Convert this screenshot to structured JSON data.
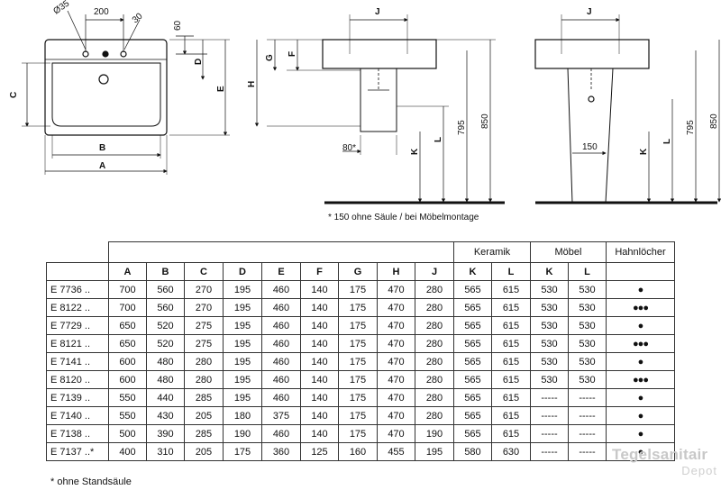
{
  "drawing": {
    "top_view_labels": {
      "dia": "Ø35",
      "spacing": "200",
      "angle": "30",
      "sixty": "60",
      "A": "A",
      "B": "B",
      "C": "C",
      "D": "D",
      "E": "E"
    },
    "side_view_labels": {
      "J": "J",
      "G": "G",
      "F": "F",
      "H": "H",
      "K": "K",
      "L": "L",
      "eighty": "80*",
      "d795": "795",
      "d850": "850"
    },
    "front_view_labels": {
      "J": "J",
      "K": "K",
      "L": "L",
      "d150": "150",
      "d795": "795",
      "d850": "850"
    },
    "footnote": "* 150 ohne Säule / bei Möbelmontage"
  },
  "table": {
    "groups": {
      "keramik": "Keramik",
      "moebel": "Möbel",
      "hahnloecher": "Hahnlöcher"
    },
    "columns": [
      "A",
      "B",
      "C",
      "D",
      "E",
      "F",
      "G",
      "H",
      "J",
      "K",
      "L",
      "K",
      "L"
    ],
    "rows": [
      {
        "model": "E 7736 ..",
        "values": [
          "700",
          "560",
          "270",
          "195",
          "460",
          "140",
          "175",
          "470",
          "280",
          "565",
          "615",
          "530",
          "530"
        ],
        "holes": "●"
      },
      {
        "model": "E 8122 ..",
        "values": [
          "700",
          "560",
          "270",
          "195",
          "460",
          "140",
          "175",
          "470",
          "280",
          "565",
          "615",
          "530",
          "530"
        ],
        "holes": "●●●"
      },
      {
        "model": "E 7729 ..",
        "values": [
          "650",
          "520",
          "275",
          "195",
          "460",
          "140",
          "175",
          "470",
          "280",
          "565",
          "615",
          "530",
          "530"
        ],
        "holes": "●"
      },
      {
        "model": "E 8121 ..",
        "values": [
          "650",
          "520",
          "275",
          "195",
          "460",
          "140",
          "175",
          "470",
          "280",
          "565",
          "615",
          "530",
          "530"
        ],
        "holes": "●●●"
      },
      {
        "model": "E 7141 ..",
        "values": [
          "600",
          "480",
          "280",
          "195",
          "460",
          "140",
          "175",
          "470",
          "280",
          "565",
          "615",
          "530",
          "530"
        ],
        "holes": "●"
      },
      {
        "model": "E 8120 ..",
        "values": [
          "600",
          "480",
          "280",
          "195",
          "460",
          "140",
          "175",
          "470",
          "280",
          "565",
          "615",
          "530",
          "530"
        ],
        "holes": "●●●"
      },
      {
        "model": "E 7139 ..",
        "values": [
          "550",
          "440",
          "285",
          "195",
          "460",
          "140",
          "175",
          "470",
          "280",
          "565",
          "615",
          "-----",
          "-----"
        ],
        "holes": "●"
      },
      {
        "model": "E 7140 ..",
        "values": [
          "550",
          "430",
          "205",
          "180",
          "375",
          "140",
          "175",
          "470",
          "280",
          "565",
          "615",
          "-----",
          "-----"
        ],
        "holes": "●"
      },
      {
        "model": "E 7138 ..",
        "values": [
          "500",
          "390",
          "285",
          "190",
          "460",
          "140",
          "175",
          "470",
          "190",
          "565",
          "615",
          "-----",
          "-----"
        ],
        "holes": "●"
      },
      {
        "model": "E 7137 ..*",
        "values": [
          "400",
          "310",
          "205",
          "175",
          "360",
          "125",
          "160",
          "455",
          "195",
          "580",
          "630",
          "-----",
          "-----"
        ],
        "holes": "●"
      }
    ],
    "footnote": "* ohne Standsäule"
  },
  "watermark": {
    "line1": "Tegelsanitair",
    "line2": "Depot"
  }
}
